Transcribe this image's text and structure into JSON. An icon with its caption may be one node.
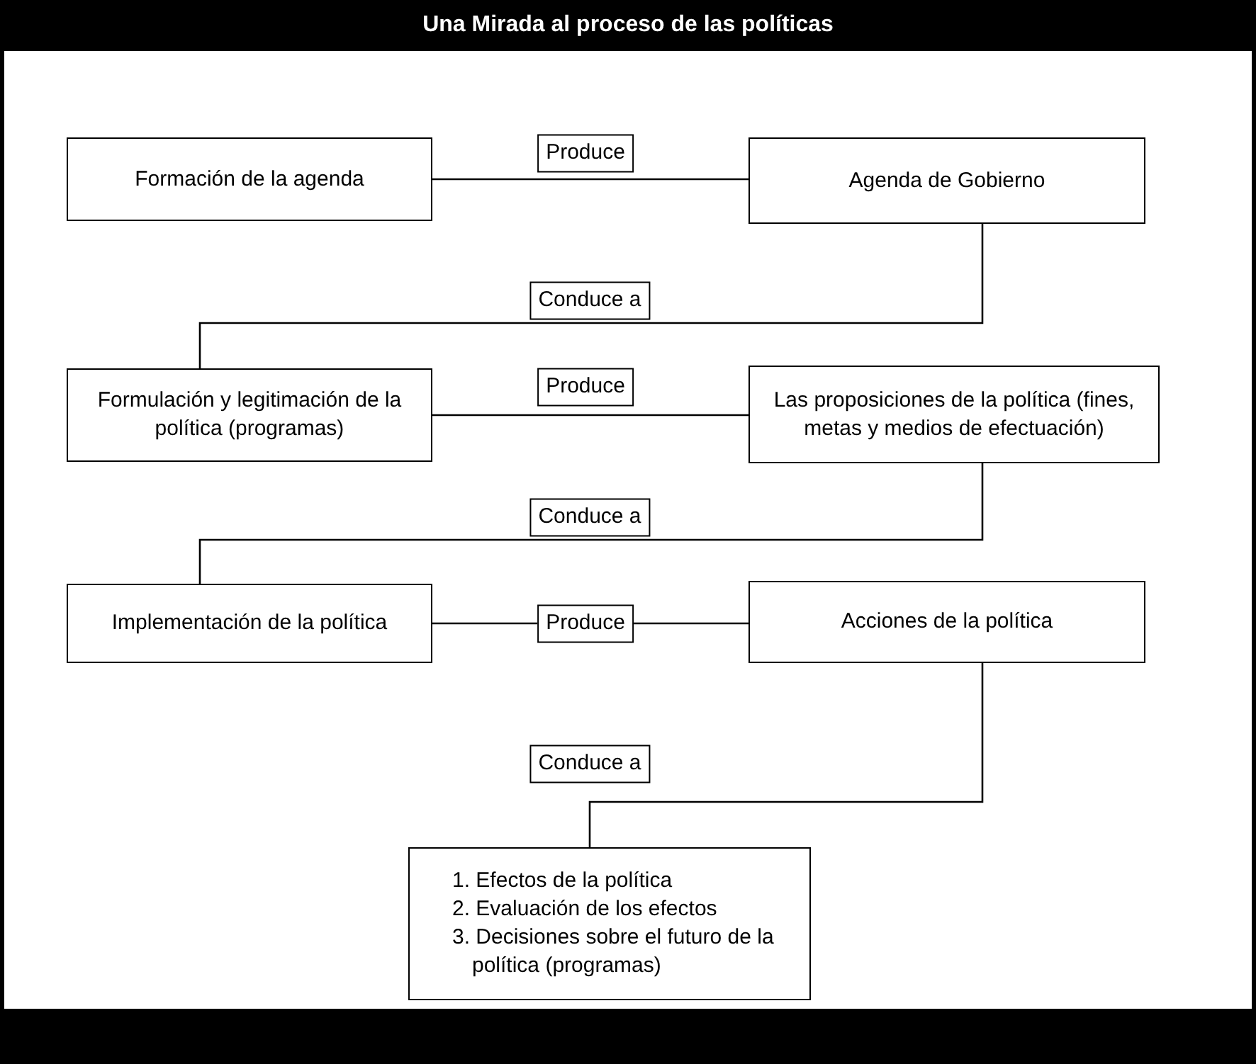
{
  "diagram": {
    "title": "Una Mirada al proceso de las políticas",
    "nodes": [
      {
        "text": [
          "Formación de la agenda"
        ]
      },
      {
        "text": [
          "Agenda de Gobierno"
        ]
      },
      {
        "text": [
          "Formulación y legitimación de la política (programas)"
        ]
      },
      {
        "text": [
          "Las proposiciones de la política (fines, metas y medios de efectuación)"
        ]
      },
      {
        "text": [
          "Implementación de la política"
        ]
      },
      {
        "text": [
          "Acciones de la política"
        ]
      },
      {
        "text": [
          "1. Efectos de la política",
          "2. Evaluación de los efectos",
          "3. Decisiones sobre el futuro de la política (programas)"
        ]
      }
    ],
    "edges": [
      {
        "from": 0,
        "to": 1,
        "arrow": "none",
        "label": "Produce"
      },
      {
        "from": 1,
        "to": 2,
        "arrow": "none",
        "label": "Conduce a"
      },
      {
        "from": 2,
        "to": 3,
        "arrow": "none",
        "label": "Produce"
      },
      {
        "from": 3,
        "to": 4,
        "arrow": "none",
        "label": "Conduce a"
      },
      {
        "from": 4,
        "to": 5,
        "arrow": "none",
        "label": "Produce"
      },
      {
        "from": 5,
        "to": 6,
        "arrow": "none",
        "label": "Conduce a"
      }
    ]
  }
}
